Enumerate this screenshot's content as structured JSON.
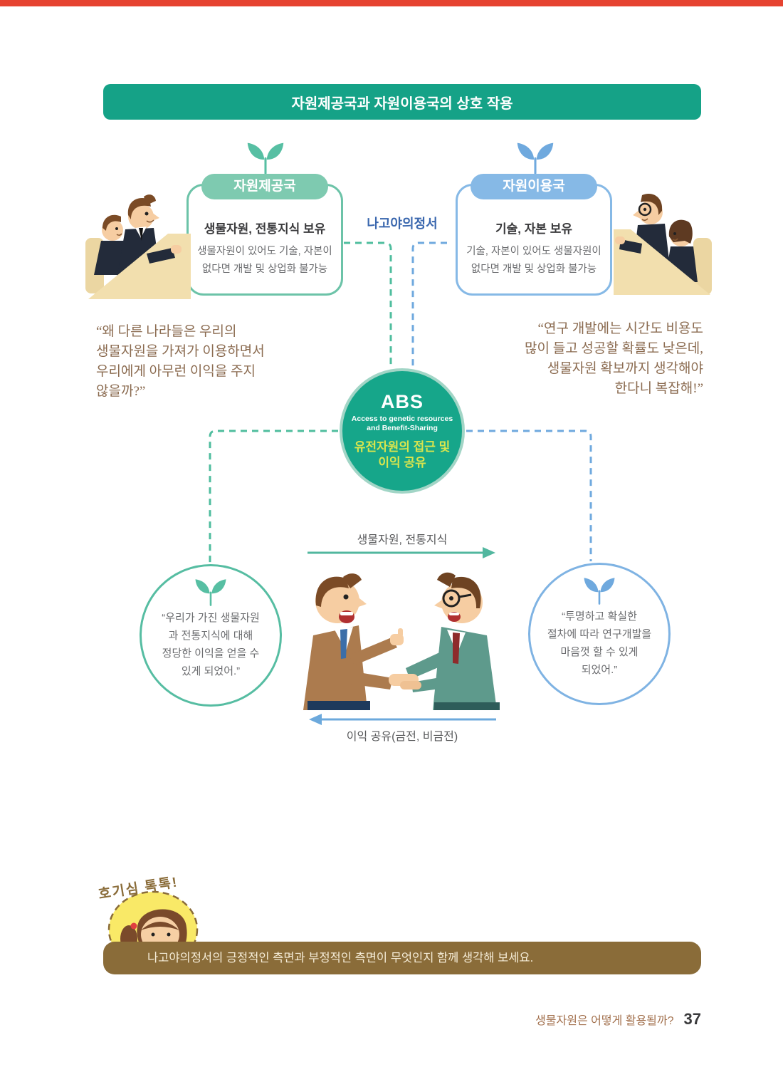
{
  "title_banner": {
    "text": "자원제공국과 자원이용국의 상호 작용"
  },
  "protocol_label": "나고야의정서",
  "provider": {
    "label": "자원제공국",
    "heading": "생물자원, 전통지식 보유",
    "description": "생물자원이 있어도 기술, 자본이\n없다면 개발 및 상업화 불가능",
    "quote": "“왜 다른 나라들은 우리의\n생물자원을 가져가 이용하면서\n우리에게 아무런 이익을 주지\n않을까?”",
    "outcome": "“우리가 가진 생물자원\n과 전통지식에 대해\n정당한 이익을 얻을 수\n있게 되었어.”"
  },
  "user": {
    "label": "자원이용국",
    "heading": "기술, 자본 보유",
    "description": "기술, 자본이 있어도 생물자원이\n없다면 개발 및 상업화 불가능",
    "quote": "“연구 개발에는 시간도 비용도\n많이 들고 성공할 확률도 낮은데,\n생물자원 확보까지 생각해야\n한다니 복잡해!”",
    "outcome": "“투명하고 확실한\n절차에 따라 연구개발을\n마음껏 할 수 있게\n되었어.”"
  },
  "abs": {
    "acronym": "ABS",
    "subtitle_en": "Access to genetic resources\nand Benefit-Sharing",
    "subtitle_ko": "유전자원의 접근 및\n이익 공유"
  },
  "exchange": {
    "to_user_label": "생물자원, 전통지식",
    "to_provider_label": "이익 공유(금전, 비금전)"
  },
  "curiosity": {
    "title": "호기심 톡톡!",
    "prompt": "나고야의정서의 긍정적인 측면과 부정적인 측면이 무엇인지 함께 생각해 보세요."
  },
  "footer": {
    "section_title": "생물자원은 어떻게 활용될까?",
    "page_number": "37"
  },
  "palette": {
    "top_bar_red": "#e64330",
    "banner_teal": "#15a287",
    "provider_green": "#7ecab0",
    "user_blue": "#86b9e6",
    "dashed_green": "#4fbd9e",
    "dashed_blue": "#6fa9de",
    "abs_fill": "#16a68a",
    "abs_korean_text": "#d9e54d",
    "protocol_blue": "#3a67ae",
    "quote_brown": "#8b6b50",
    "curiosity_brown": "#8a6c39",
    "footer_brown": "#a3714e"
  },
  "icons": {
    "sprout_icon": "two-leaf sprout with stem (svg shape)",
    "right_arrow_icon": "→",
    "left_arrow_icon": "←"
  }
}
